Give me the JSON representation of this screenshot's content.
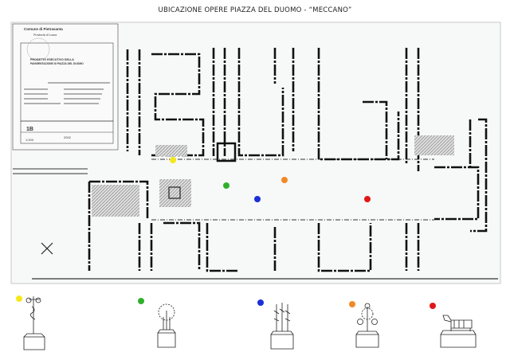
{
  "title": "UBICAZIONE OPERE PIAZZA DEL DUOMO - “MECCANO”",
  "title_block": {
    "comune": "Comune di Pietrasanta",
    "provincia": "Provincia di Lucca",
    "project_line1": "PROGETTO ESECUTIVO DELLA",
    "project_line2": "PAVIMENTAZIONE DI PIAZZA DEL DUOMO",
    "sheet": "1B",
    "scale": "1:200",
    "date": "2002"
  },
  "markers": [
    {
      "name": "yellow",
      "color": "#f5e81a"
    },
    {
      "name": "green",
      "color": "#2fb02a"
    },
    {
      "name": "orange",
      "color": "#f08a25"
    },
    {
      "name": "blue",
      "color": "#1b2fd8"
    },
    {
      "name": "red",
      "color": "#e01818"
    }
  ],
  "colors": {
    "ink": "#1a1a1a",
    "paper": "#f7f8f8"
  }
}
